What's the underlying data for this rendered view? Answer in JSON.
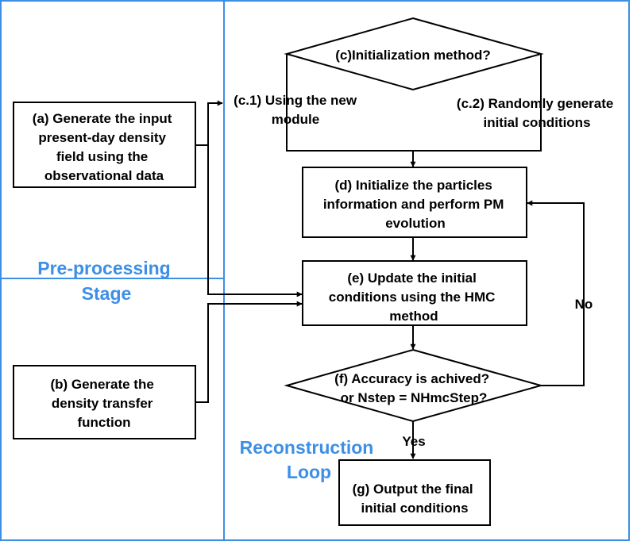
{
  "colors": {
    "stage_border": "#3d8fe6",
    "stage_label": "#3d8fe6",
    "node_border": "#000000",
    "text": "#000000"
  },
  "stages": {
    "preprocessing": {
      "label_line1": "Pre-processing",
      "label_line2": "Stage"
    },
    "reconstruction": {
      "label_line1": "Reconstruction",
      "label_line2": "Loop"
    }
  },
  "nodes": {
    "a": {
      "lines": [
        "(a) Generate the input",
        "present-day density",
        "field using the",
        "observational data"
      ]
    },
    "b": {
      "lines": [
        "(b) Generate the",
        "density transfer",
        "function"
      ]
    },
    "c": {
      "lines": [
        "(c)Initialization method?"
      ]
    },
    "c1": {
      "lines": [
        "(c.1) Using the new",
        "module"
      ]
    },
    "c2": {
      "lines": [
        "(c.2) Randomly generate",
        "initial conditions"
      ]
    },
    "d": {
      "lines": [
        "(d) Initialize the particles",
        "information and perform PM",
        "evolution"
      ]
    },
    "e": {
      "lines": [
        "(e) Update the initial",
        "conditions using the HMC",
        "method"
      ]
    },
    "f": {
      "lines": [
        "(f) Accuracy is achived?",
        "or Nstep = NHmcStep?"
      ]
    },
    "g": {
      "lines": [
        "(g) Output the final",
        "initial conditions"
      ]
    }
  },
  "edges": {
    "yes_label": "Yes",
    "no_label": "No"
  }
}
